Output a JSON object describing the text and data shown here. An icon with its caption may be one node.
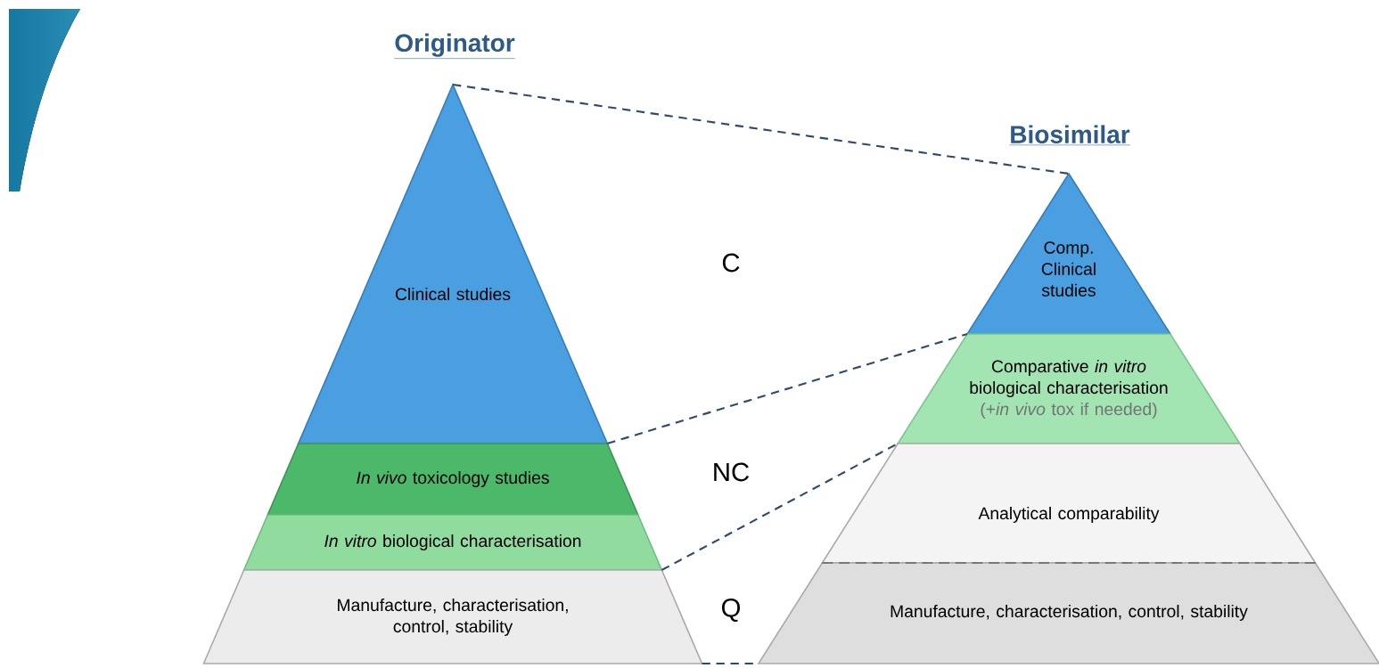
{
  "diagram": {
    "nodes": [
      {
        "text": [
          "Clinical studies"
        ]
      },
      {
        "text": [
          "*In vivo* toxicology studies"
        ]
      },
      {
        "text": [
          "*In vitro* biological characterisation"
        ]
      },
      {
        "text": [
          "Manufacture, characterisation, control, stability"
        ]
      },
      {
        "text": [
          "Comp. Clinical studies"
        ]
      },
      {
        "text": [
          "Comparative *in vitro* biological characterisation",
          "(+*in vivo* tox if needed)"
        ]
      },
      {
        "text": [
          "Analytical comparability"
        ]
      },
      {
        "text": [
          "Manufacture, characterisation, control, stability"
        ]
      }
    ],
    "edges": [
      {
        "from": 0,
        "to": 4,
        "arrow": "none",
        "style": "dashed"
      },
      {
        "from": 1,
        "to": 5,
        "arrow": "none",
        "style": "dashed"
      },
      {
        "from": 3,
        "to": 6,
        "arrow": "none",
        "style": "dashed"
      },
      {
        "from": 3,
        "to": 7,
        "arrow": "none",
        "style": "dashed"
      }
    ],
    "labels": [
      "Originator",
      "Biosimilar",
      "C",
      "NC",
      "Q"
    ]
  }
}
